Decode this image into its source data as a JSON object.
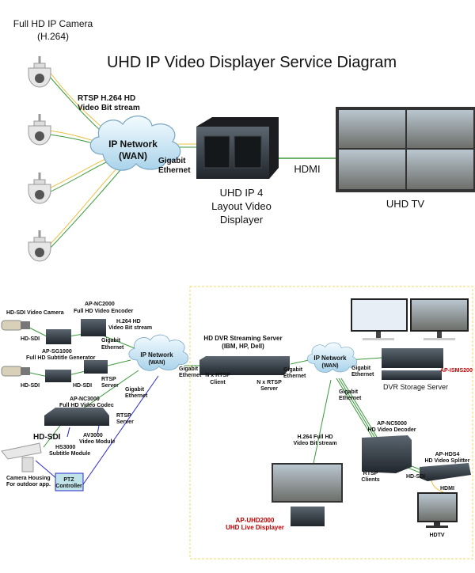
{
  "title": "UHD IP Video Displayer Service Diagram",
  "top": {
    "camera_label": [
      "Full HD IP Camera",
      "(H.264)"
    ],
    "stream_label": [
      "RTSP H.264 HD",
      "Video Bit stream"
    ],
    "cloud_label": [
      "IP Network",
      "(WAN)"
    ],
    "gigabit_label": [
      "Gigabit",
      "Ethernet"
    ],
    "displayer_label": [
      "UHD IP 4",
      "Layout  Video",
      "Displayer"
    ],
    "hdmi_label": "HDMI",
    "tv_label": "UHD TV"
  },
  "bottom_left": {
    "hdsdi_camera": "HD-SDI  Video Camera",
    "nc2000": [
      "AP-NC2000",
      "Full HD Video Encoder"
    ],
    "h264_stream": [
      "H.264 HD",
      "Video Bit stream"
    ],
    "hdsdi1": "HD-SDI",
    "sg1000": [
      "AP-SG1000",
      "Full HD Subtitle Generator"
    ],
    "gigabit1": [
      "Gigabit",
      "Ethernet"
    ],
    "hdsdi2": "HD-SDI",
    "hdsdi3": "HD-SDI",
    "rtsp_server1": [
      "RTSP",
      "Server"
    ],
    "gigabit2": [
      "Gigabit",
      "Ethernet"
    ],
    "nc3000": [
      "AP-NC3000",
      "Full HD Video Codec"
    ],
    "rtsp_server2": [
      "RTSP",
      "Server"
    ],
    "hdsdi_big": "HD-SDI",
    "av3000": [
      "AV3000",
      "Video Module"
    ],
    "hs3000": [
      "HS3000",
      "Subtitle Module"
    ],
    "housing": [
      "Camera Housing",
      "For outdoor app."
    ],
    "ptz": [
      "PTZ",
      "Controller"
    ],
    "cloud_label": [
      "IP Network",
      "(WAN)"
    ]
  },
  "bottom_right": {
    "gigabit_left": [
      "Gigabit",
      "Ethernet"
    ],
    "dvr_server": [
      "HD DVR Streaming Server",
      "(IBM, HP, Dell)"
    ],
    "rtsp_client": [
      "N x RTSP",
      "Client"
    ],
    "rtsp_server": [
      "N x RTSP",
      "Server"
    ],
    "gigabit_a": [
      "Gigabit",
      "Ethernet"
    ],
    "cloud_label": [
      "IP Network",
      "(WAN)"
    ],
    "gigabit_b": [
      "Gigabit",
      "Ethernet"
    ],
    "gigabit_c": [
      "Gigabit",
      "Ethernet"
    ],
    "isms200": "AP-ISMS200",
    "dvr_storage": "DVR Storage Server",
    "h264_full": [
      "H.264 Full HD",
      "Video Bit stream"
    ],
    "nc5000": [
      "AP-NC5000",
      "HD Video Decoder"
    ],
    "hds4": [
      "AP-HDS4",
      "HD Video Splitter"
    ],
    "rtsp_clients": [
      "RTSP",
      "Clients"
    ],
    "hdsdi": "HD-SDI",
    "hdmi": "HDMI",
    "hdtv": "HDTV",
    "uhd2000": [
      "AP-UHD2000",
      "UHD Live Displayer"
    ]
  },
  "colors": {
    "link_green": "#3a9a3a",
    "link_yellow": "#e8c040",
    "link_blue": "#2a2acc",
    "accent_red": "#c00000",
    "dashed_border": "#f0d860"
  }
}
